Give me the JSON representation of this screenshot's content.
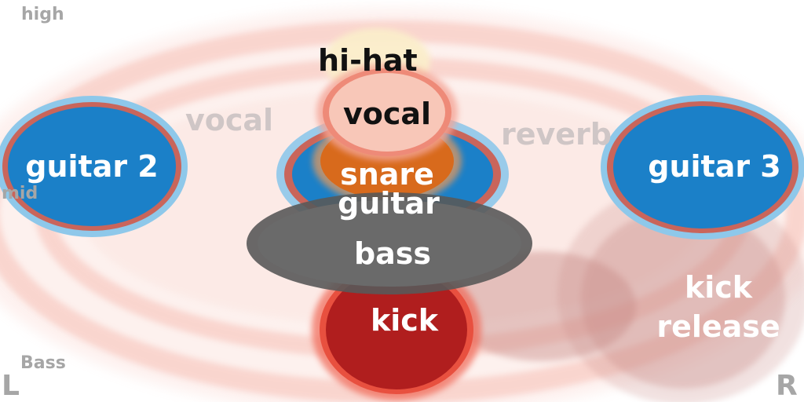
{
  "axes": {
    "high": "high",
    "mid": "mid",
    "bass": "Bass",
    "left": "L",
    "right": "R"
  },
  "effects": {
    "vocal": "vocal",
    "reverb": "reverb"
  },
  "instruments": {
    "hihat": "hi-hat",
    "vocal": "vocal",
    "snare": "snare",
    "guitar": "guitar",
    "bass": "bass",
    "kick": "kick",
    "guitar2": "guitar 2",
    "guitar3": "guitar 3",
    "kick_release_line1": "kick",
    "kick_release_line2": "release"
  },
  "colors": {
    "blue": "#1b80c8",
    "blue_halo": "#8ec8ea",
    "red_ring": "#c9655b",
    "gray": "#6a6a6a",
    "kick_red": "#b01e1e",
    "snare_orange": "#d86a1c",
    "vocal_pink": "#f8c7b8",
    "hihat_cream": "#fbeecb",
    "reverb_pink": "#f4a496"
  }
}
